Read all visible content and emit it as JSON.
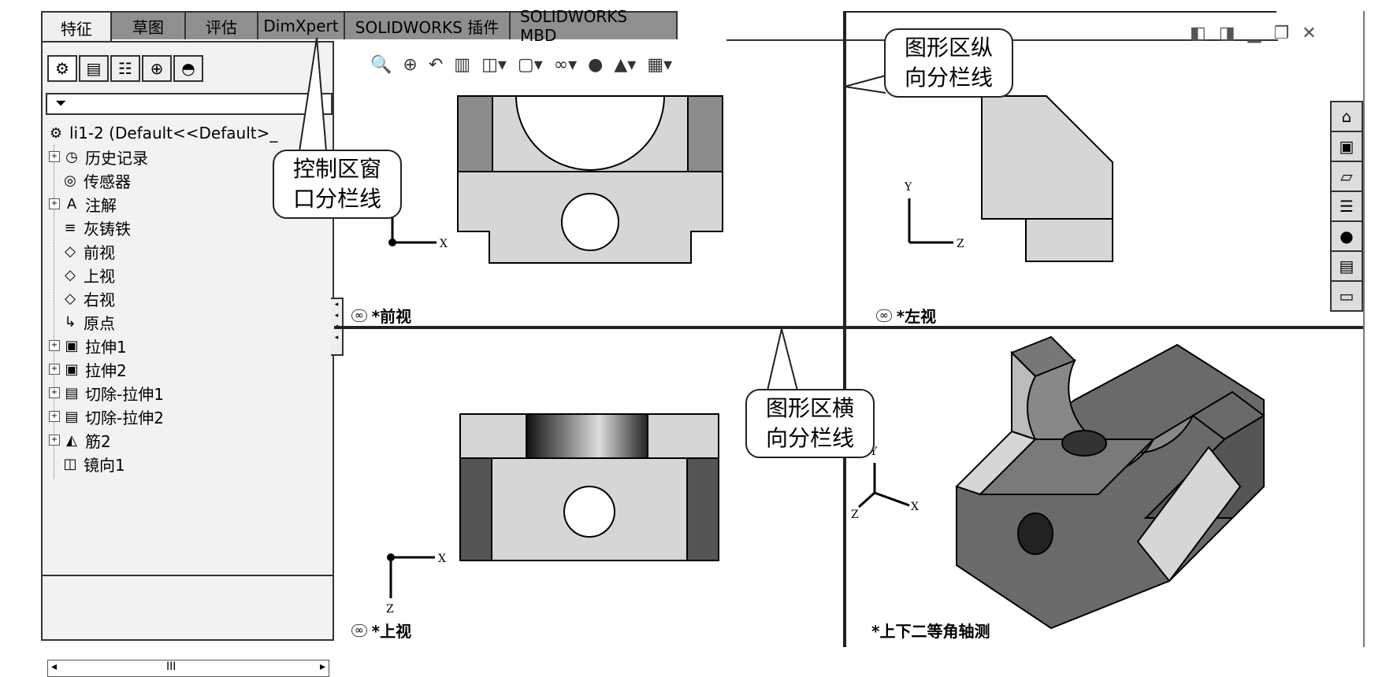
{
  "tabs": [
    "特征",
    "草图",
    "评估",
    "DimXpert",
    "SOLIDWORKS 插件",
    "SOLIDWORKS MBD"
  ],
  "panel": {
    "more_label": "»",
    "filter_icon": "filter-icon",
    "root_label": "li1-2  (Default<<Default>_",
    "items": [
      {
        "label": "历史记录",
        "icon": "history-icon",
        "expandable": true
      },
      {
        "label": "传感器",
        "icon": "sensor-icon",
        "expandable": false
      },
      {
        "label": "注解",
        "icon": "annotation-icon",
        "expandable": true
      },
      {
        "label": "灰铸铁",
        "icon": "material-icon",
        "expandable": false
      },
      {
        "label": "前视",
        "icon": "plane-icon",
        "expandable": false
      },
      {
        "label": "上视",
        "icon": "plane-icon",
        "expandable": false
      },
      {
        "label": "右视",
        "icon": "plane-icon",
        "expandable": false
      },
      {
        "label": "原点",
        "icon": "origin-icon",
        "expandable": false
      },
      {
        "label": "拉伸1",
        "icon": "extrude-icon",
        "expandable": true
      },
      {
        "label": "拉伸2",
        "icon": "extrude-icon",
        "expandable": true
      },
      {
        "label": "切除-拉伸1",
        "icon": "cut-extrude-icon",
        "expandable": true
      },
      {
        "label": "切除-拉伸2",
        "icon": "cut-extrude-icon",
        "expandable": true
      },
      {
        "label": "筋2",
        "icon": "rib-icon",
        "expandable": true
      },
      {
        "label": "镜向1",
        "icon": "mirror-icon",
        "expandable": false
      }
    ],
    "scroll_thumb": "III"
  },
  "viewports": {
    "front": "*前视",
    "left": "*左视",
    "top": "*上视",
    "iso": "*上下二等角轴测"
  },
  "axes": {
    "x": "X",
    "y": "Y",
    "z": "Z"
  },
  "callouts": {
    "control_split": "控制区窗\n口分栏线",
    "vertical_split": "图形区纵\n向分栏线",
    "horizontal_split": "图形区横\n向分栏线"
  },
  "colors": {
    "panel_bg": "#f2f2f2",
    "tab_inactive": "#8f8f8f",
    "part_light": "#d6d6d6",
    "part_mid": "#8c8c8c",
    "part_dark": "#555555"
  }
}
